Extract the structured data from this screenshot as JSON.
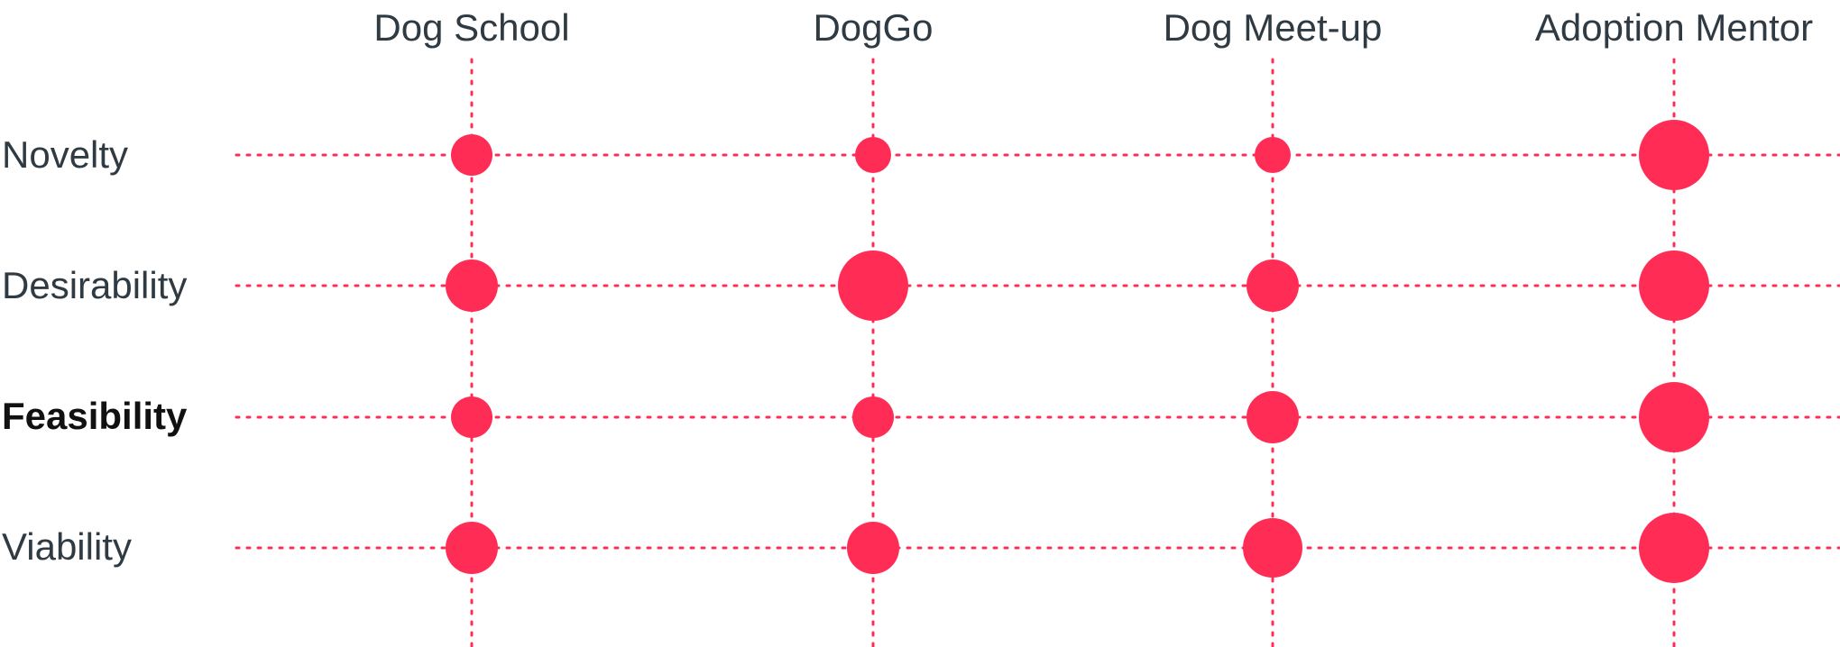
{
  "chart_data": {
    "type": "scatter",
    "columns": [
      "Dog School",
      "DogGo",
      "Dog Meet-up",
      "Adoption Mentor"
    ],
    "rows": [
      "Novelty",
      "Desirability",
      "Feasibility",
      "Viability"
    ],
    "emphasized_row": "Feasibility",
    "values": [
      [
        2,
        1,
        1,
        5
      ],
      [
        3,
        5,
        3,
        5
      ],
      [
        2,
        2,
        3,
        5
      ],
      [
        3,
        3,
        4,
        5
      ]
    ],
    "value_range": [
      1,
      5
    ],
    "colors": {
      "accent": "#ff2d55",
      "text": "#2f3a42",
      "emphasis_text": "#111111"
    }
  }
}
